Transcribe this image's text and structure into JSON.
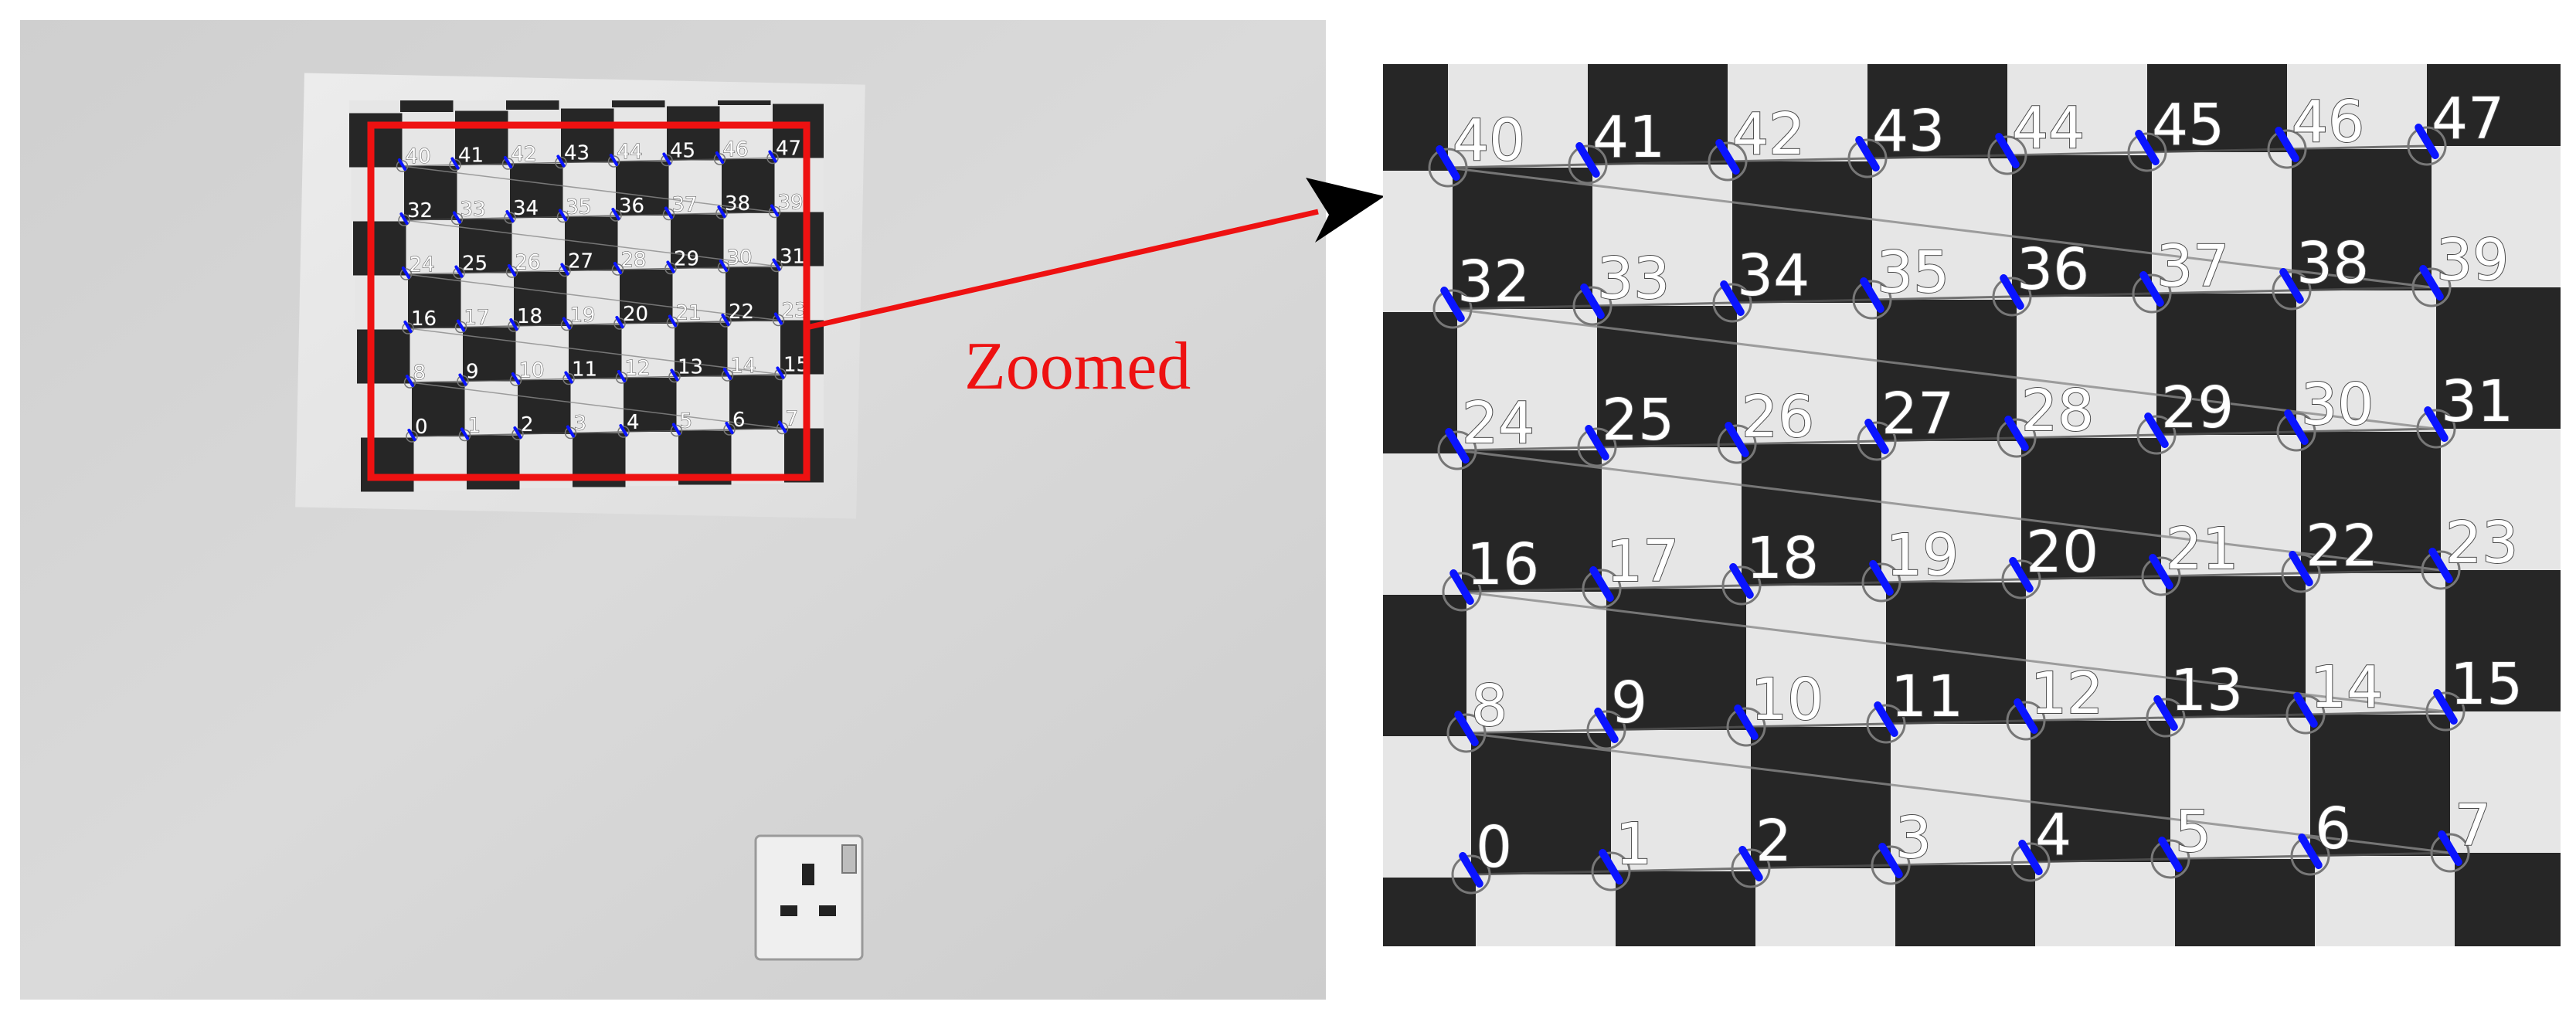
{
  "caption": "Zoomed",
  "colors": {
    "highlight": "#ee1111",
    "marker": "#0a14ff",
    "dark_square": "#262626",
    "light_square": "#e6e6e6",
    "wall": "#d4d4d4",
    "label": "#ffffff"
  },
  "grid": {
    "columns": 8,
    "rows": 6
  },
  "corner_labels": [
    "0",
    "1",
    "2",
    "3",
    "4",
    "5",
    "6",
    "7",
    "8",
    "9",
    "10",
    "11",
    "12",
    "13",
    "14",
    "15",
    "16",
    "17",
    "18",
    "19",
    "20",
    "21",
    "22",
    "23",
    "24",
    "25",
    "26",
    "27",
    "28",
    "29",
    "30",
    "31",
    "32",
    "33",
    "34",
    "35",
    "36",
    "37",
    "38",
    "39",
    "40",
    "41",
    "42",
    "43",
    "44",
    "45",
    "46",
    "47"
  ]
}
